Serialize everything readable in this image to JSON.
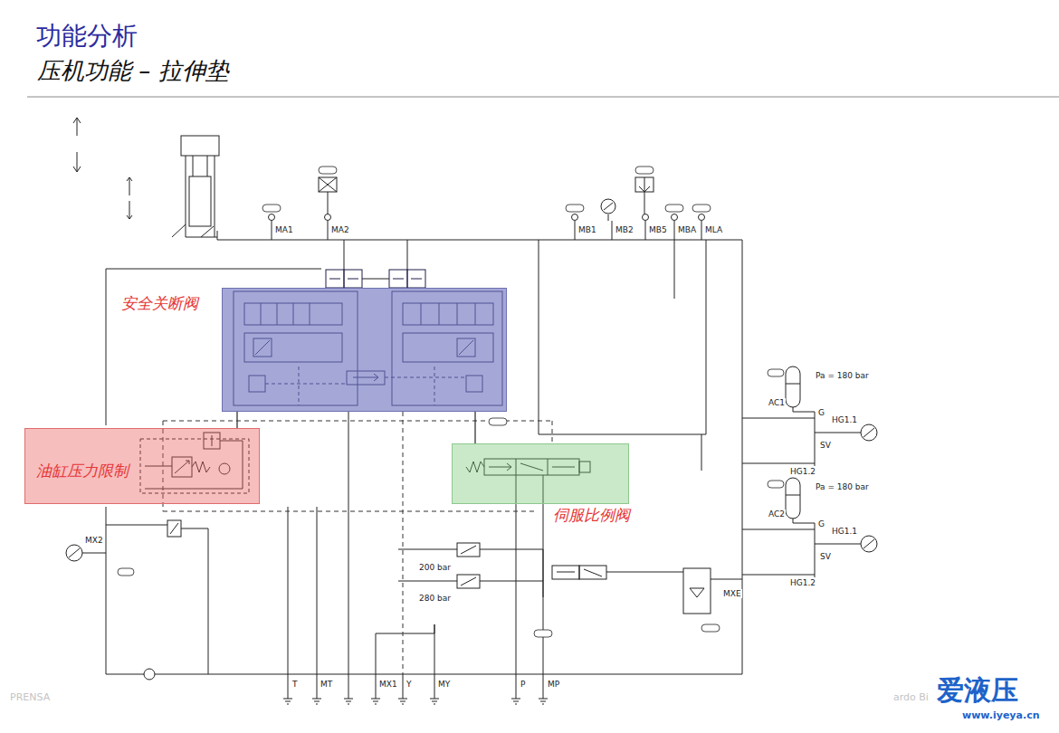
{
  "diagram": {
    "title": "功能分析",
    "nodes": [
      {
        "text": [
          "安全关断阀"
        ]
      },
      {
        "text": [
          "油缸压力限制"
        ]
      },
      {
        "text": [
          "伺服比例阀"
        ]
      }
    ],
    "edges": [
      {
        "from": 1,
        "to": 0,
        "arrow": "none"
      },
      {
        "from": 2,
        "to": 0,
        "arrow": "none"
      }
    ],
    "labels": [
      "压机功能 – 拉伸垫",
      "MA1",
      "MA2",
      "MB1",
      "MB2",
      "MB5",
      "MBA",
      "MLA",
      "AC1",
      "G",
      "HG1.1",
      "SV",
      "HG1.2",
      "AC2",
      "G",
      "HG1.1",
      "SV",
      "HG1.2",
      "Pa = 180 bar",
      "Pa = 180 bar",
      "MXE",
      "MX2",
      "200 bar",
      "280 bar",
      "T",
      "MT",
      "MX1",
      "Y",
      "MY",
      "P",
      "MP",
      "PRENSA",
      "ardo Bi",
      "爱液压",
      "www.iyeya.cn"
    ]
  }
}
